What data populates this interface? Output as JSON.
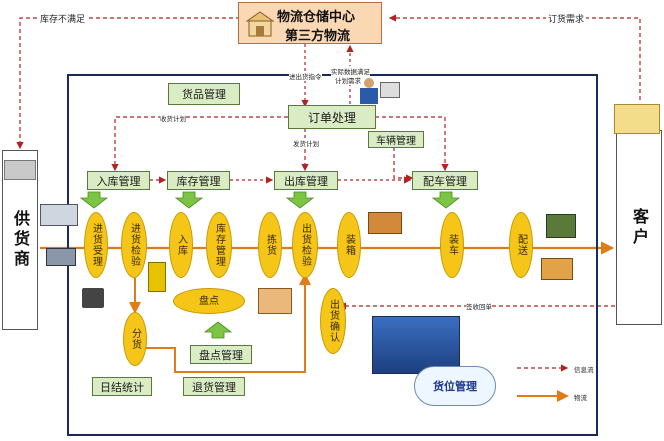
{
  "center": {
    "line1": "物流仓储中心",
    "line2": "第三方物流"
  },
  "left_party": "供货商",
  "right_party": "客户",
  "top_left_flow": "库存不满足",
  "top_right_flow": "订货需求",
  "ship_cmd": "进出货指令",
  "actual_data": [
    "实际数据满足",
    "计划需求"
  ],
  "goods_mgmt": "货品管理",
  "order_proc": "订单处理",
  "receive_plan": "收货计划",
  "ship_plan": "发货计划",
  "vehicle_mgmt": "车辆管理",
  "modules": {
    "inbound": "入库管理",
    "stock": "库存管理",
    "outbound": "出库管理",
    "dispatch": "配车管理"
  },
  "process": {
    "receive_acceptance": "进货受理",
    "receive_inspection": "进货检验",
    "warehouse_in": "入库",
    "storage": "库存管理",
    "picking": "拣货",
    "ship_inspection": "出货检验",
    "packing": "装箱",
    "loading": "装车",
    "delivery": "配送",
    "sorting": "分货",
    "stocktake": "盘点",
    "ship_confirm": "出货确认"
  },
  "stocktake_mgmt": "盘点管理",
  "daily_stats": "日结统计",
  "returns_mgmt": "退货管理",
  "receipt_return": "签收回单",
  "location_mgmt": "货位管理",
  "legend": {
    "info_flow": "信息流",
    "material_flow": "物流"
  }
}
